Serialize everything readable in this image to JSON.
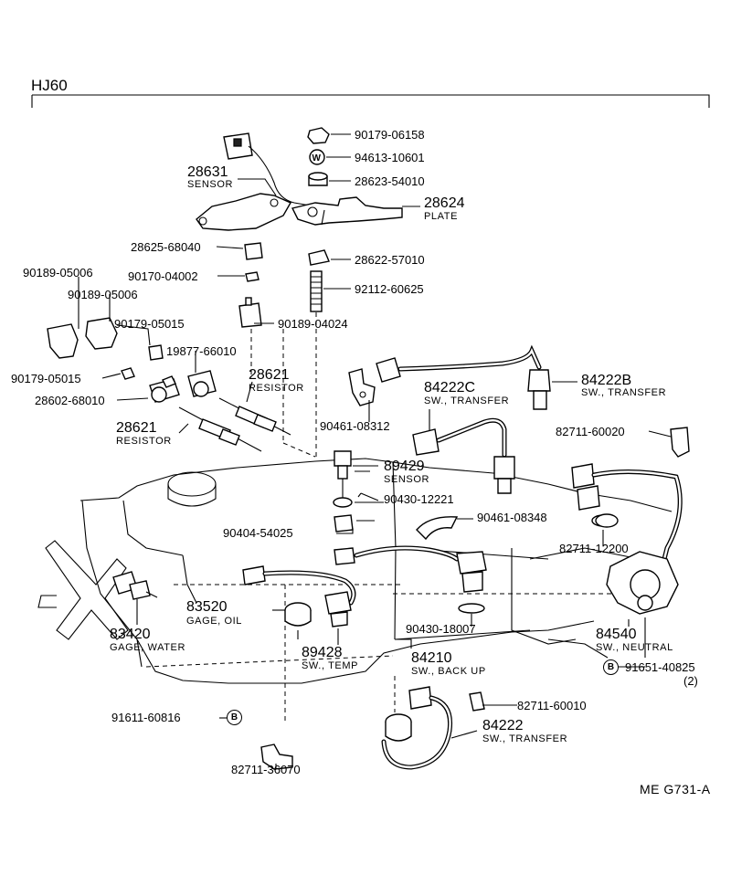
{
  "model": "HJ60",
  "figure_code": "ME  G731-A",
  "symbols": {
    "washer": "W",
    "bolt": "B"
  },
  "parts": {
    "p90179_06158": "90179-06158",
    "p94613_10601": "94613-10601",
    "p28623_54010": "28623-54010",
    "p28631": {
      "number": "28631",
      "name": "SENSOR"
    },
    "p28624": {
      "number": "28624",
      "name": "PLATE"
    },
    "p28625_68040": "28625-68040",
    "p28622_57010": "28622-57010",
    "p90189_05006_a": "90189-05006",
    "p90189_05006_b": "90189-05006",
    "p90170_04002": "90170-04002",
    "p92112_60625": "92112-60625",
    "p90179_05015_a": "90179-05015",
    "p90189_04024": "90189-04024",
    "p19877_66010": "19877-66010",
    "p90179_05015_b": "90179-05015",
    "p28621_a": {
      "number": "28621",
      "name": "RESISTOR"
    },
    "p28602_68010": "28602-68010",
    "p90461_08312": "90461-08312",
    "p84222C": {
      "number": "84222C",
      "name": "SW., TRANSFER"
    },
    "p84222B": {
      "number": "84222B",
      "name": "SW., TRANSFER"
    },
    "p28621_b": {
      "number": "28621",
      "name": "RESISTOR"
    },
    "p82711_60020": "82711-60020",
    "p89429": {
      "number": "89429",
      "name": "SENSOR"
    },
    "p90430_12221": "90430-12221",
    "p90404_54025": "90404-54025",
    "p90461_08348": "90461-08348",
    "p82711_12200": "82711-12200",
    "p83520": {
      "number": "83520",
      "name": "GAGE, OIL"
    },
    "p83420": {
      "number": "83420",
      "name": "GAGE, WATER"
    },
    "p90430_18007": "90430-18007",
    "p84540": {
      "number": "84540",
      "name": "SW., NEUTRAL"
    },
    "p89428": {
      "number": "89428",
      "name": "SW., TEMP"
    },
    "p84210": {
      "number": "84210",
      "name": "SW., BACK UP"
    },
    "p91651_40825": {
      "number": "91651-40825",
      "qty": "(2)"
    },
    "p91611_60816": "91611-60816",
    "p82711_60010": "82711-60010",
    "p84222": {
      "number": "84222",
      "name": "SW., TRANSFER"
    },
    "p82711_36070": "82711-36070"
  }
}
